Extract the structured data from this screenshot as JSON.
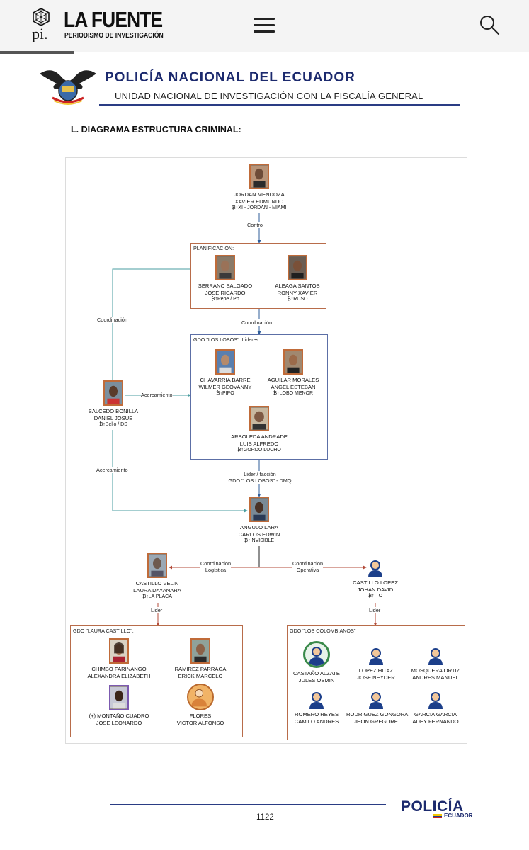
{
  "site": {
    "logo_text": "pi.",
    "brand": "LA FUENTE",
    "brand_sub": "PERIODISMO DE INVESTIGACIÓN"
  },
  "document": {
    "title": "POLICÍA NACIONAL DEL ECUADOR",
    "subtitle": "UNIDAD NACIONAL DE INVESTIGACIÓN CON LA FISCALÍA GENERAL",
    "section_title": "L.   DIAGRAMA ESTRUCTURA CRIMINAL:",
    "page_number": "1122",
    "footer_brand": "POLICÍA",
    "footer_brand_sub": "ECUADOR"
  },
  "diagram": {
    "leader": {
      "name1": "JORDAN MENDOZA",
      "name2": "XAVIER EDMUNDO",
      "alias": "₿↑XI - JORDAN - MIAMI"
    },
    "edges": {
      "control": "Control",
      "coordinacion_1": "Coordinación",
      "coordinacion_2": "Coordinación",
      "acercamiento_1": "Acercamiento",
      "acercamiento_2": "Acercamiento",
      "lider_faccion_1": "Lider / facción",
      "lider_faccion_2": "GDO \"LOS LOBOS\" - DMQ",
      "coord_logistica_1": "Coordinación",
      "coord_logistica_2": "Logística",
      "coord_operativa_1": "Coordinación",
      "coord_operativa_2": "Operativa",
      "lider_left": "Lider",
      "lider_right": "Lider"
    },
    "planificacion": {
      "label": "PLANIFICACIÓN:",
      "members": [
        {
          "name1": "SERRANO SALGADO",
          "name2": "JOSE RICARDO",
          "alias": "₿↑Pepe / Pp"
        },
        {
          "name1": "ALEAGA SANTOS",
          "name2": "RONNY XAVIER",
          "alias": "₿↑RUSO"
        }
      ]
    },
    "lobos": {
      "label": "GDO \"LOS LOBOS\": Lideres",
      "members": [
        {
          "name1": "CHAVARRIA BARRE",
          "name2": "WILMER GEOVANNY",
          "alias": "₿↑PIPO"
        },
        {
          "name1": "AGUILAR MORALES",
          "name2": "ANGEL ESTEBAN",
          "alias": "₿↑LOBO MENOR"
        },
        {
          "name1": "ARBOLEDA ANDRADE",
          "name2": "LUIS ALFREDO",
          "alias": "₿↑GORDO LUCHO"
        }
      ]
    },
    "salcedo": {
      "name1": "SALCEDO BONILLA",
      "name2": "DANIEL JOSUE",
      "alias": "₿↑Bello / DS"
    },
    "angulo": {
      "name1": "ANGULO LARA",
      "name2": "CARLOS EDWIN",
      "alias": "₿↑INVISIBLE"
    },
    "castillo_velin": {
      "name1": "CASTILLO VELIN",
      "name2": "LAURA DAYANARA",
      "alias": "₿↑LA PLACA"
    },
    "castillo_lopez": {
      "name1": "CASTILLO LOPEZ",
      "name2": "JOHAN DAVID",
      "alias": "₿↑ITO"
    },
    "laura_group": {
      "label": "GDO \"LAURA CASTILLO\":",
      "members": [
        {
          "name1": "CHIMBO FARINANGO",
          "name2": "ALEXANDRA ELIZABETH"
        },
        {
          "name1": "RAMIREZ PARRAGA",
          "name2": "ERICK MARCELO"
        },
        {
          "name1": "(+) MONTAÑO CUADRO",
          "name2": "JOSE LEONARDO"
        },
        {
          "name1": "FLORES",
          "name2": "VICTOR ALFONSO"
        }
      ]
    },
    "colombianos": {
      "label": "GDO \"LOS COLOMBIANOS\"",
      "members": [
        {
          "name1": "CASTAÑO ALZATE",
          "name2": "JULES OSMIN"
        },
        {
          "name1": "LOPEZ HITAZ",
          "name2": "JOSE NEYDER"
        },
        {
          "name1": "MOSQUERA ORTIZ",
          "name2": "ANDRES MANUEL"
        },
        {
          "name1": "ROMERO REYES",
          "name2": "CAMILO ANDRES"
        },
        {
          "name1": "RODRIGUEZ GONGORA",
          "name2": "JHON GREGORE"
        },
        {
          "name1": "GARCIA GARCIA",
          "name2": "ADEY FERNANDO"
        }
      ]
    }
  }
}
